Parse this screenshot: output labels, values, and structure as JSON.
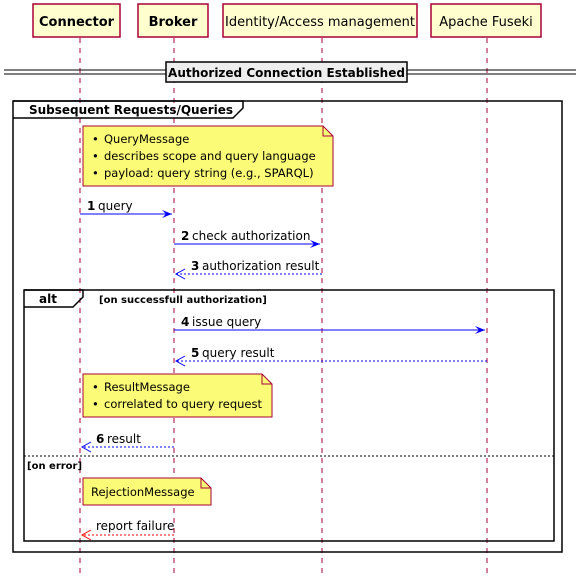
{
  "participants": [
    {
      "label": "Connector",
      "bold": true
    },
    {
      "label": "Broker",
      "bold": true
    },
    {
      "label": "Identity/Access management",
      "bold": false
    },
    {
      "label": "Apache Fuseki",
      "bold": false
    }
  ],
  "divider": {
    "label": "Authorized Connection Established"
  },
  "group": {
    "label": "Subsequent Requests/Queries"
  },
  "note_query": {
    "lines": [
      "QueryMessage",
      "describes scope and query language",
      "payload: query string (e.g., SPARQL)"
    ]
  },
  "messages": [
    {
      "number": "1",
      "text": "query"
    },
    {
      "number": "2",
      "text": "check authorization"
    },
    {
      "number": "3",
      "text": "authorization result"
    },
    {
      "number": "4",
      "text": "issue query"
    },
    {
      "number": "5",
      "text": "query result"
    },
    {
      "number": "6",
      "text": "result"
    },
    {
      "number": "",
      "text": "report failure"
    }
  ],
  "alt": {
    "keyword": "alt",
    "condition": "[on successfull authorization]",
    "else_condition": "[on error]"
  },
  "note_result": {
    "lines": [
      "ResultMessage",
      "correlated to query request"
    ]
  },
  "note_rejection": {
    "text": "RejectionMessage"
  },
  "colors": {
    "participant_fill": "#FEFECE",
    "participant_border": "#A80036",
    "note_fill": "#FBFB77",
    "message": "#0000FF",
    "error_message": "#FF0000"
  }
}
